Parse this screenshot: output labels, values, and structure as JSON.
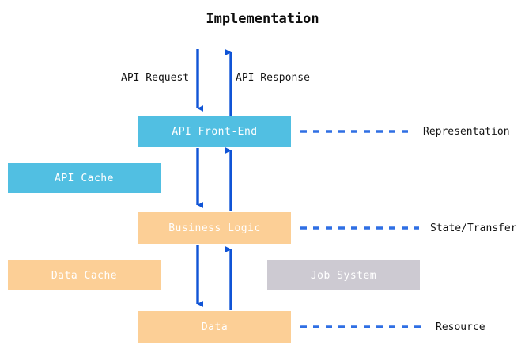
{
  "diagram": {
    "title": "Implementation",
    "type": "layered-architecture-flow",
    "colors": {
      "cyan": "#51bfe2",
      "peach": "#fccf96",
      "gray": "#cdcad2",
      "arrow_blue": "#1054d6",
      "dash_blue": "#2f6fe4",
      "text_white": "#ffffff",
      "text_black": "#141414",
      "background": "#ffffff"
    },
    "nodes": [
      {
        "id": "api-frontend",
        "label": "API Front-End",
        "color": "#51bfe2"
      },
      {
        "id": "api-cache",
        "label": "API Cache",
        "color": "#51bfe2"
      },
      {
        "id": "business-logic",
        "label": "Business Logic",
        "color": "#fccf96"
      },
      {
        "id": "data-cache",
        "label": "Data Cache",
        "color": "#fccf96"
      },
      {
        "id": "job-system",
        "label": "Job System",
        "color": "#cdcad2"
      },
      {
        "id": "data",
        "label": "Data",
        "color": "#fccf96"
      }
    ],
    "edge_labels": {
      "api_request": "API Request",
      "api_response": "API Response"
    },
    "side_labels": [
      {
        "id": "representation",
        "label": "Representation",
        "attaches_to": "api-frontend"
      },
      {
        "id": "state-transfer",
        "label": "State/Transfer",
        "attaches_to": "business-logic"
      },
      {
        "id": "resource",
        "label": "Resource",
        "attaches_to": "data"
      }
    ]
  }
}
